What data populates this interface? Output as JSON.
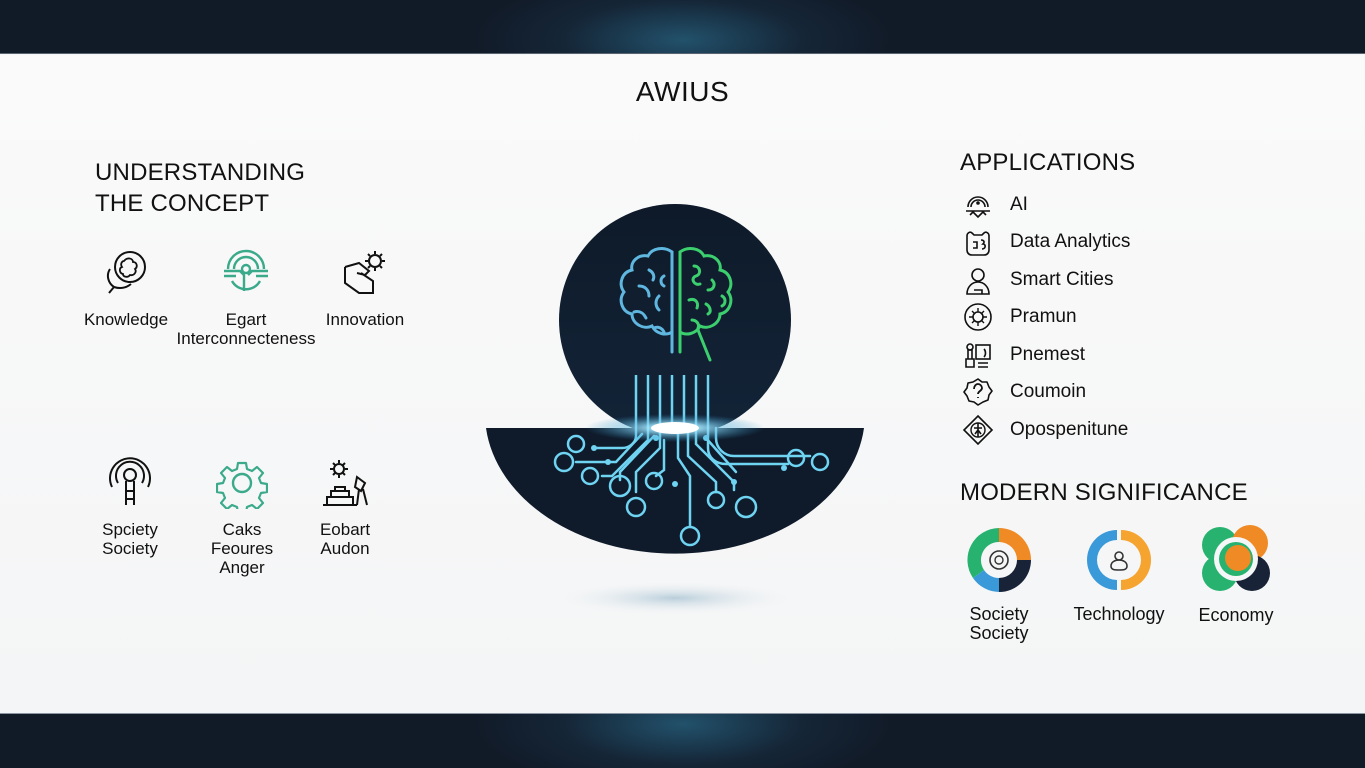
{
  "header": {
    "title": "AWIUS"
  },
  "colors": {
    "band_dark": "#111a27",
    "band_glow": "#28647f",
    "canvas_bg": "#f5f6f7",
    "hero_dark": "#0f1b2b",
    "brain_blue": "#5fb7e0",
    "brain_green": "#3ccf6e",
    "circuit_cyan": "#6fd3f2",
    "accent_teal": "#3aaa8a",
    "accent_orange": "#f08a24",
    "accent_green": "#27b36f",
    "accent_blue": "#3a9ad9",
    "accent_navy": "#182338"
  },
  "understanding": {
    "title_line1": "UNDERSTANDING",
    "title_line2": "THE CONCEPT",
    "items": [
      {
        "icon": "brain-in-hand-icon",
        "lines": [
          "Knowledge"
        ]
      },
      {
        "icon": "interconnect-target-icon",
        "lines": [
          "Egart",
          "Interconnectеness"
        ]
      },
      {
        "icon": "hand-gear-icon",
        "lines": [
          "Innovation"
        ]
      },
      {
        "icon": "broadcast-tower-icon",
        "lines": [
          "Spciety",
          "Society"
        ]
      },
      {
        "icon": "gear-icon",
        "lines": [
          "Caks",
          "Feoures",
          "Anger"
        ]
      },
      {
        "icon": "gear-podium-icon",
        "lines": [
          "Eobart",
          "Audon"
        ]
      }
    ]
  },
  "applications": {
    "title": "APPLICATIONS",
    "items": [
      {
        "icon": "ai-lamp-icon",
        "label": "AI"
      },
      {
        "icon": "data-analytics-icon",
        "label": "Data Analytics"
      },
      {
        "icon": "smart-cities-person-icon",
        "label": "Smart Cities"
      },
      {
        "icon": "bug-circle-icon",
        "label": "Pramun"
      },
      {
        "icon": "workstation-icon",
        "label": "Pnemest"
      },
      {
        "icon": "question-badge-icon",
        "label": "Coumoin"
      },
      {
        "icon": "diamond-compass-icon",
        "label": "Opospenitune"
      }
    ]
  },
  "modern_significance": {
    "title": "MODERN SIGNIFICANCE",
    "items": [
      {
        "icon": "society-donut-icon",
        "lines": [
          "Society",
          "Society"
        ]
      },
      {
        "icon": "technology-ring-icon",
        "lines": [
          "Technology"
        ]
      },
      {
        "icon": "economy-blob-icon",
        "lines": [
          "Economy"
        ]
      }
    ]
  },
  "hero": {
    "icon": "brain-circuit-icon"
  }
}
